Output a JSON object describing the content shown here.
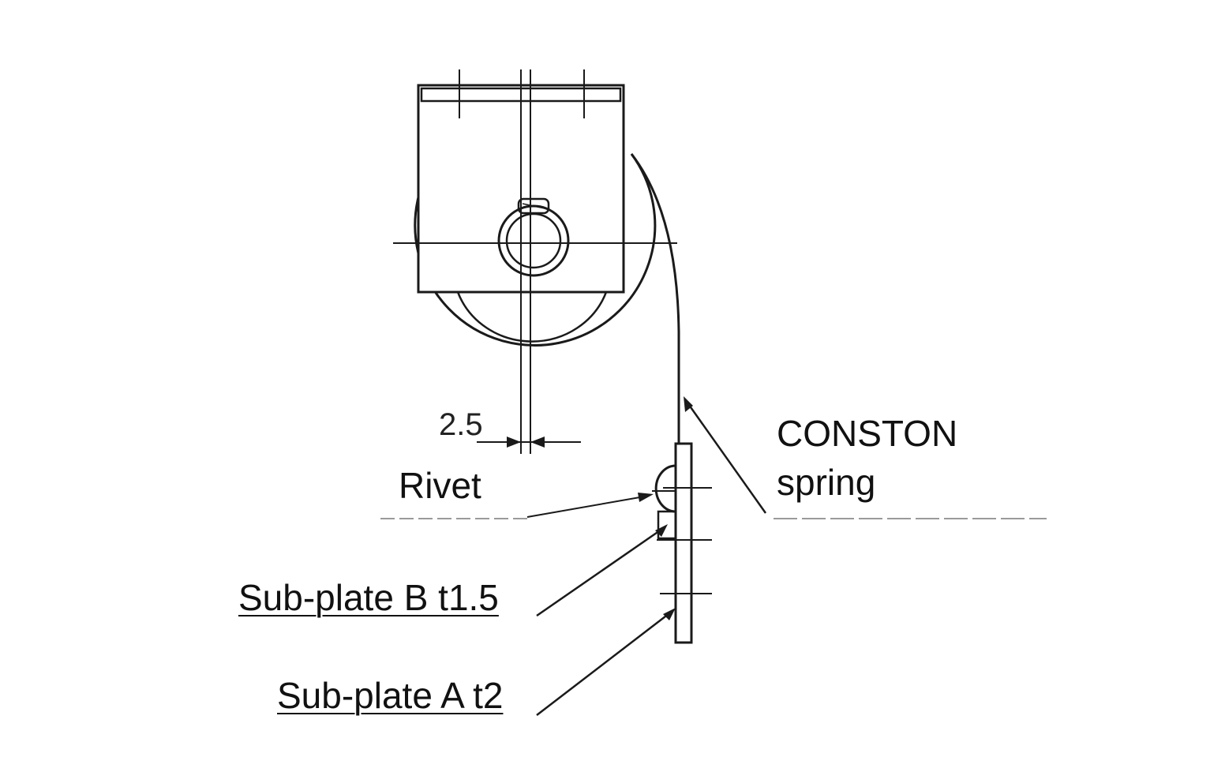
{
  "labels": {
    "dimension": "2.5",
    "rivet": "Rivet",
    "conston_line1": "CONSTON",
    "conston_line2": "spring",
    "sub_plate_b": "Sub-plate B t1.5",
    "sub_plate_a": "Sub-plate A t2"
  },
  "colors": {
    "line": "#1a1a1a",
    "background": "#ffffff"
  }
}
